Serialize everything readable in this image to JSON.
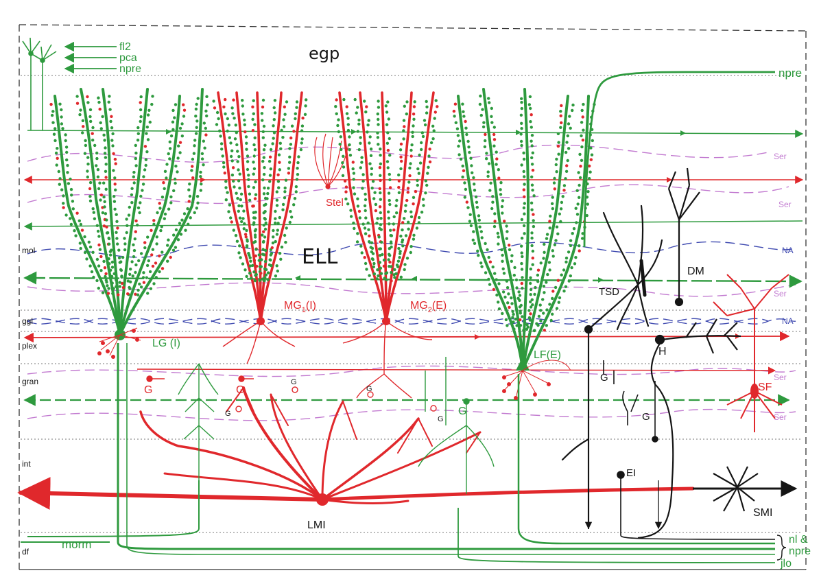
{
  "colors": {
    "green": "#2e9a3e",
    "red": "#e0282c",
    "black": "#151515",
    "purple": "#c27ad0",
    "blue": "#3f4ab0",
    "frame": "#333333",
    "layer_line": "#777777"
  },
  "titles": {
    "top": "egp",
    "center": "ELL"
  },
  "layers": [
    "mol",
    "ggl",
    "plex",
    "gran",
    "int",
    "df"
  ],
  "inputs_top_left": [
    "fl2",
    "pca",
    "npre"
  ],
  "outputs_right": {
    "top": "npre",
    "bottom_brace_1": "nl &",
    "bottom_brace_2": "npre",
    "bottom_last": "jlo"
  },
  "fiber_labels": {
    "ser_1": "Ser",
    "ser_2": "Ser",
    "na_1": "NA",
    "ser_3": "Ser",
    "na_2": "NA",
    "ser_4": "Ser",
    "ser_5": "Ser",
    "morm": "morm"
  },
  "cell_labels": {
    "stel": "Stel",
    "mg1_prefix": "MG",
    "mg1_sub": "1",
    "mg1_suffix": "(I)",
    "mg2_prefix": "MG",
    "mg2_sub": "2",
    "mg2_suffix": "(E)",
    "lg": "LG (I)",
    "lf": "LF(E)",
    "tsd": "TSD",
    "dm": "DM",
    "h": "H",
    "sf": "SF",
    "ei": "EI",
    "smi": "SMI",
    "lmi": "LMI"
  },
  "golgi_labels": [
    "G",
    "G",
    "G",
    "G",
    "G",
    "G",
    "G",
    "G",
    "G"
  ]
}
